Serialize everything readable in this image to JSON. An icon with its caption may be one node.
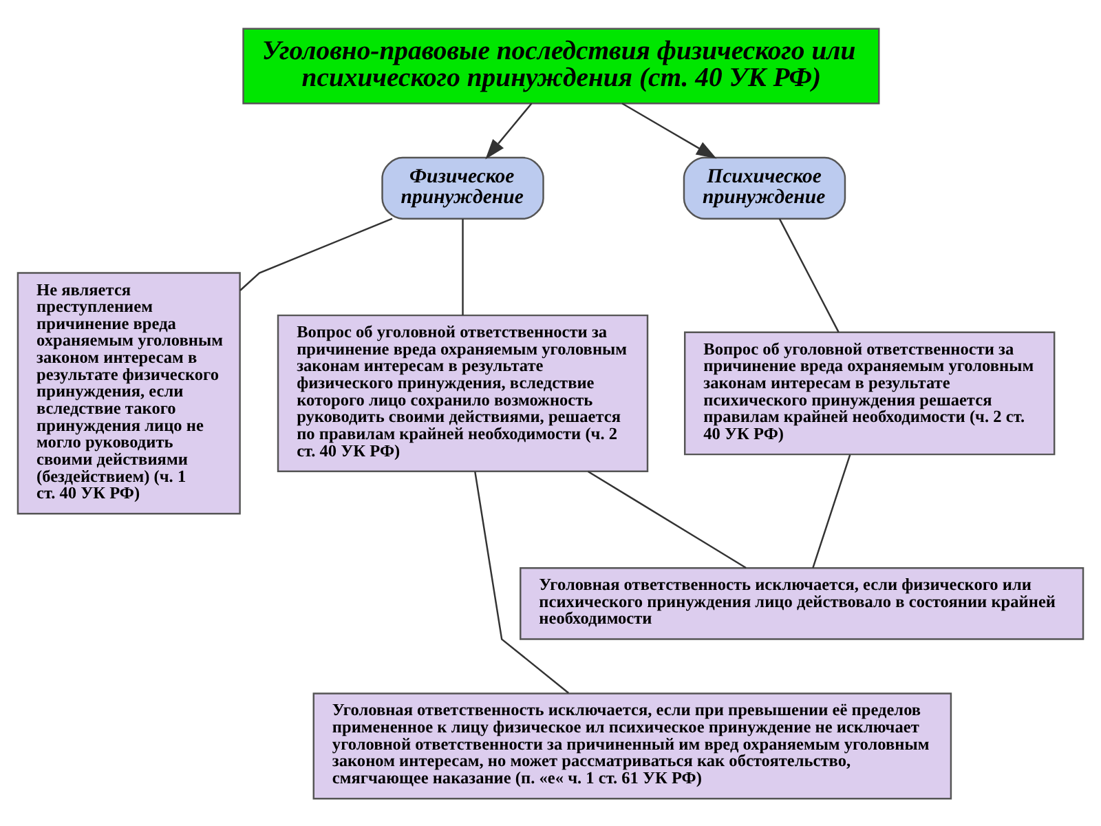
{
  "diagram": {
    "nodes": [
      {
        "text": [
          "Уголовно-правовые последствия физического или психического принуждения (ст. 40 УК РФ)"
        ]
      },
      {
        "text": [
          "Физическое принуждение"
        ]
      },
      {
        "text": [
          "Психическое принуждение"
        ]
      },
      {
        "text": [
          "Не является преступлением причинение вреда охраняемым уголовным законом интересам в результате физического принуждения, если вследствие такого принуждения лицо не могло руководить своими действиями (бездействием) (ч. 1 ст. 40 УК РФ)"
        ]
      },
      {
        "text": [
          "Вопрос об уголовной ответственности за причинение вреда охраняемым уголовным законам интересам в результате физического принуждения, вследствие которого лицо сохранило возможность руководить своими действиями, решается по правилам крайней необходимости (ч. 2 ст. 40 УК РФ)"
        ]
      },
      {
        "text": [
          "Вопрос об уголовной ответственности за причинение вреда охраняемым уголовным законам интересам в результате психического принуждения решается правилам крайней необходимости (ч. 2 ст. 40 УК РФ)"
        ]
      },
      {
        "text": [
          "Уголовная ответственность исключается, если физического или психического принуждения лицо действовало в состоянии крайней необходимости"
        ]
      },
      {
        "text": [
          "Уголовная ответственность исключается, если при превышении её пределов примененное к лицу физическое ил психическое принуждение не исключает уголовной ответственности за причиненный им вред охраняемым уголовным законом интересам, но может рассматриваться как обстоятельство, смягчающее наказание (п. «е« ч. 1 ст. 61 УК РФ)"
        ]
      }
    ],
    "edges": [
      {
        "from": 0,
        "to": 1,
        "arrow": "to"
      },
      {
        "from": 0,
        "to": 2,
        "arrow": "to"
      },
      {
        "from": 1,
        "to": 3,
        "arrow": "none"
      },
      {
        "from": 1,
        "to": 4,
        "arrow": "none"
      },
      {
        "from": 2,
        "to": 5,
        "arrow": "none"
      },
      {
        "from": 4,
        "to": 6,
        "arrow": "none"
      },
      {
        "from": 4,
        "to": 7,
        "arrow": "none"
      },
      {
        "from": 5,
        "to": 6,
        "arrow": "none"
      }
    ]
  }
}
